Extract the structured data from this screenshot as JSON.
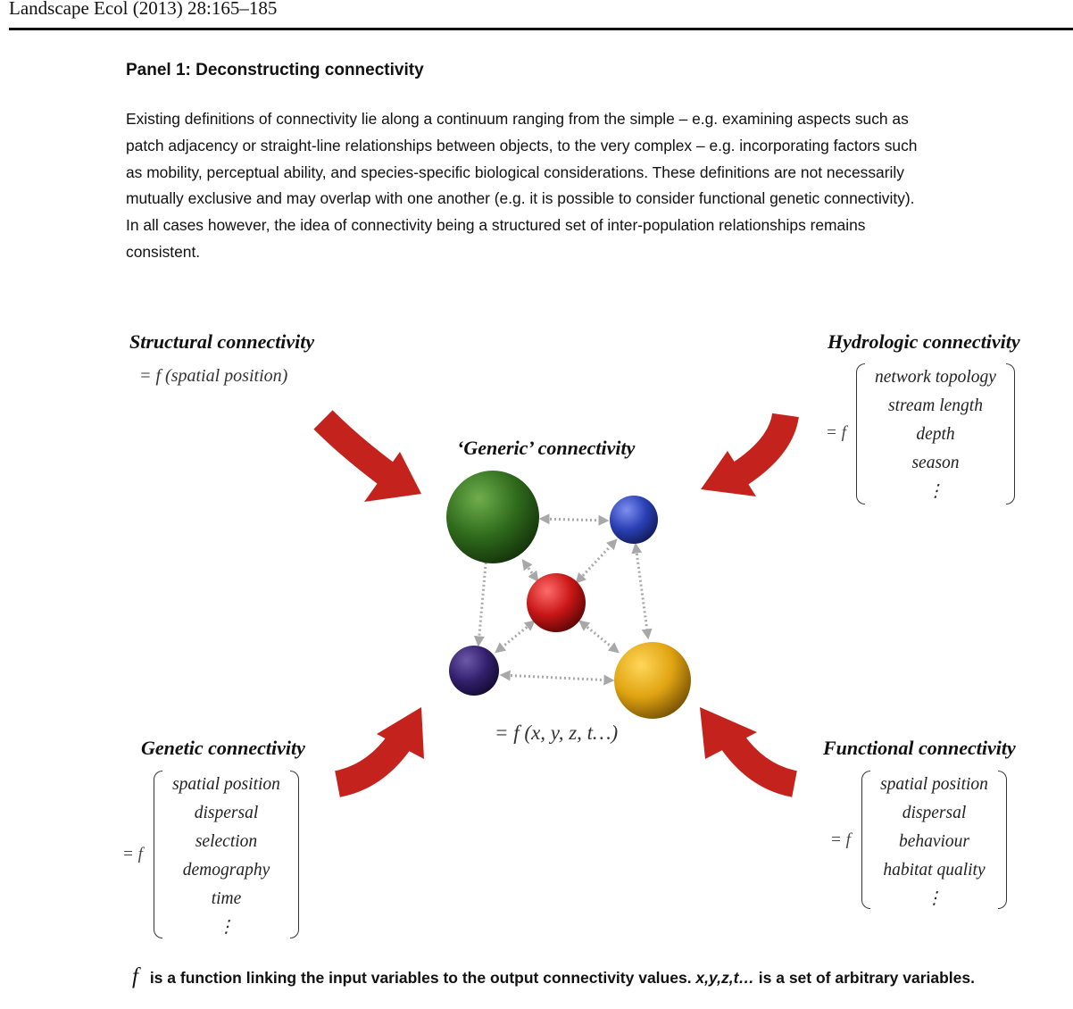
{
  "header": {
    "journal_citation": "Landscape Ecol (2013) 28:165–185"
  },
  "panel": {
    "title": "Panel 1:  Deconstructing connectivity",
    "body_lines": [
      "Existing definitions of connectivity lie along a continuum ranging from the simple – e.g. examining aspects such as",
      "patch adjacency or straight-line relationships between objects, to the very complex – e.g. incorporating factors such",
      "as mobility, perceptual ability, and species-specific biological considerations.  These definitions are not necessarily",
      "mutually exclusive and may overlap with one another (e.g. it is possible to consider functional genetic connectivity).",
      "In all cases however, the idea of connectivity being a structured set of inter-population relationships remains",
      "consistent."
    ]
  },
  "figure": {
    "generic": {
      "title": "‘Generic’ connectivity",
      "equation": "= f (x, y, z, t…)"
    },
    "structural": {
      "title": "Structural connectivity",
      "equation": "= f (spatial position)"
    },
    "hydrologic": {
      "title": "Hydrologic connectivity",
      "equals_f": "= f",
      "variables": [
        "network topology",
        "stream length",
        "depth",
        "season",
        "⋮"
      ]
    },
    "genetic": {
      "title": "Genetic connectivity",
      "equals_f": "= f",
      "variables": [
        "spatial position",
        "dispersal",
        "selection",
        "demography",
        "time",
        "⋮"
      ]
    },
    "functional": {
      "title": "Functional connectivity",
      "equals_f": "= f",
      "variables": [
        "spatial position",
        "dispersal",
        "behaviour",
        "habitat quality",
        "⋮"
      ]
    },
    "colors": {
      "arrow_red": "#c4221c",
      "node_green": "#2f6b1c",
      "node_blue": "#2b3fb5",
      "node_red": "#c81616",
      "node_navy": "#33206e",
      "node_gold": "#e0a412",
      "link_gray": "#a8a8a8"
    }
  },
  "footnote": {
    "f_symbol": "f",
    "text_a": " is a function linking the input variables to the output connectivity values. ",
    "vars": "x,y,z,t…",
    "text_b": " is a set of arbitrary variables."
  }
}
